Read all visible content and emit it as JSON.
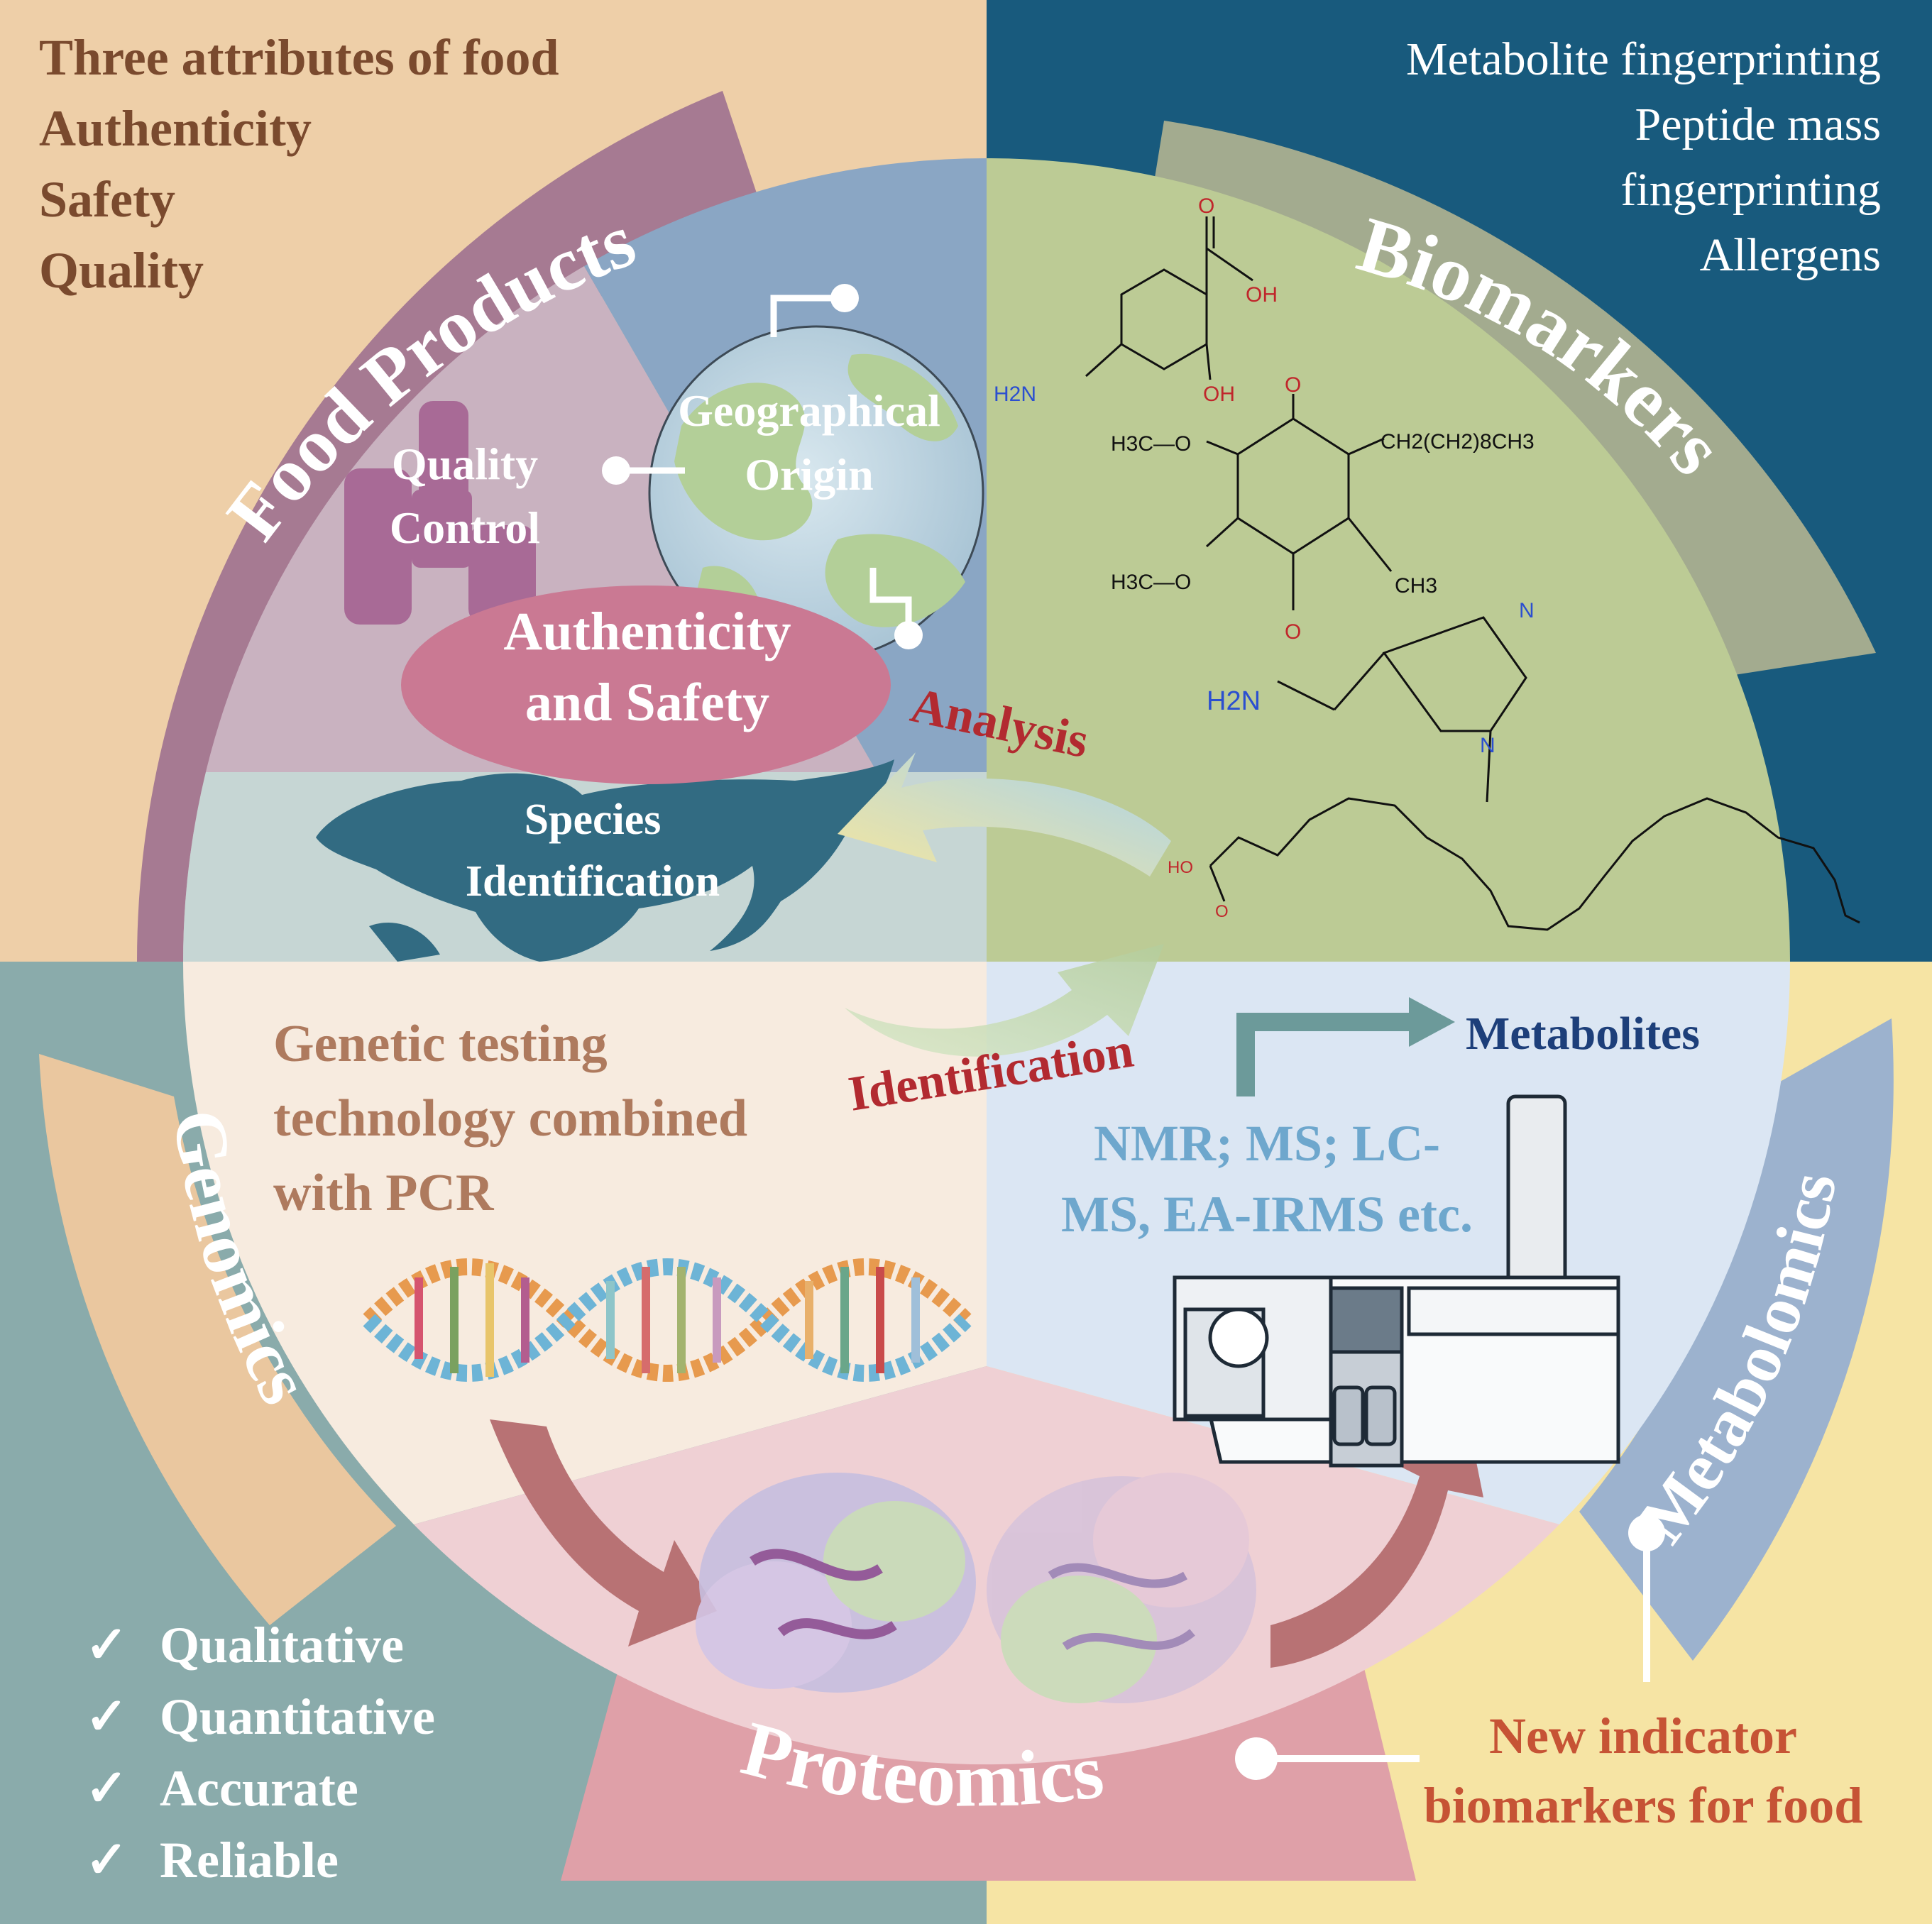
{
  "corner_top_left": {
    "lines": [
      "Three attributes of food",
      "Authenticity",
      "Safety",
      "Quality"
    ]
  },
  "corner_top_right": {
    "lines": [
      "Metabolite fingerprinting",
      "Peptide mass",
      "fingerprinting",
      "Allergens"
    ]
  },
  "corner_bottom_left": {
    "items": [
      "Qualitative",
      "Quantitative",
      "Accurate",
      "Reliable"
    ],
    "check_glyph": "✓"
  },
  "corner_bottom_right": {
    "lines": [
      "New indicator",
      "biomarkers for food"
    ]
  },
  "bands": {
    "food_products": "Food Products",
    "biomarkers": "Biomarkers",
    "genomics": "Genomics",
    "metabolomics": "Metabolomics",
    "proteomics": "Proteomics"
  },
  "center": {
    "quality_control": [
      "Quality",
      "Control"
    ],
    "geographical_origin": [
      "Geographical",
      "Origin"
    ],
    "authenticity_safety": [
      "Authenticity",
      "and Safety"
    ],
    "species_identification": [
      "Species",
      "Identification"
    ],
    "analysis": "Analysis",
    "identification": "Identification",
    "metabolites": "Metabolites",
    "genetic_testing": [
      "Genetic testing",
      "technology combined",
      "with PCR"
    ],
    "methods": [
      "NMR; MS; LC-",
      "MS, EA-IRMS etc."
    ]
  },
  "chemistry": {
    "o": "O",
    "oh": "OH",
    "h2n": "H2N",
    "h3c_o": "H3C—O",
    "chain": "CH2(CH2)8CH3",
    "ch3": "CH3",
    "n": "N",
    "ho": "HO"
  },
  "colors": {
    "peach": "#eecfa8",
    "navy": "#185a7d",
    "teal": "#8aabab",
    "yellow": "#f6e4a4",
    "mauve": "#a67a92",
    "sage": "#a3ab8f",
    "tan": "#eac79f",
    "blue_band": "#9cb2ce",
    "pink_band": "#dfa0a8",
    "blue_sector": "#8aa6c4",
    "green_sector": "#bccb95",
    "cream_sector": "#f7ebdf",
    "lightblue_sector": "#dbe6f3",
    "pink_sector": "#efd0d4",
    "grey_band": "#c6d6d4",
    "lilac_sector": "#c9b2c0",
    "brown_text": "#7a4a2e",
    "red_text": "#b22a30",
    "dark_blue_text": "#1d3f7a",
    "light_blue_text": "#6ea7cd",
    "tan_text": "#ae7a5e",
    "orange_red_text": "#c65335",
    "animal": "#326b82",
    "ellipse": "#ca7993",
    "arrow": "#b87274"
  },
  "icons": [
    "checkmark-icon",
    "globe-icon",
    "fish-silhouette-icon",
    "bottle-silhouette-icon",
    "dna-helix-icon",
    "protein-structure-icon",
    "mass-spectrometer-icon",
    "arrow-icon"
  ]
}
